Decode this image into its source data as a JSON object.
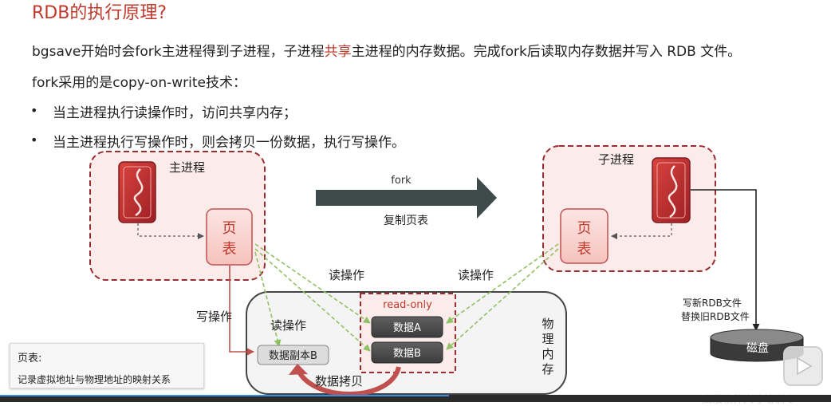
{
  "header": {
    "title": "RDB的执行原理?"
  },
  "intro": {
    "line1_prefix": "bgsave开始时会fork主进程得到子进程，子进程",
    "line1_highlight": "共享",
    "line1_suffix": "主进程的内存数据。完成fork后读取内存数据并写入 RDB 文件。",
    "line2": "fork采用的是copy-on-write技术："
  },
  "bullets": [
    "当主进程执行读操作时，访问共享内存；",
    "当主进程执行写操作时，则会拷贝一份数据，执行写操作。"
  ],
  "diagram": {
    "main_process_label": "主进程",
    "child_process_label": "子进程",
    "page_table_char1": "页",
    "page_table_char2": "表",
    "fork_label": "fork",
    "copy_page_table_label": "复制页表",
    "read_op_label": "读操作",
    "write_op_label": "写操作",
    "read_only_label": "read-only",
    "data_a_label": "数据A",
    "data_b_label": "数据B",
    "data_copy_b_label": "数据副本B",
    "data_copy_label": "数据拷贝",
    "physical_memory_chars": [
      "物",
      "理",
      "内",
      "存"
    ],
    "write_rdb_line1": "写新RDB文件",
    "write_rdb_line2": "替换旧RDB文件",
    "disk_label": "磁盘"
  },
  "legend": {
    "title": "页表:",
    "description": "记录虚拟地址与物理地址的映射关系"
  },
  "watermark": "高级软件人才培训专",
  "video": {
    "progress_percent": 54
  },
  "colors": {
    "accent_red": "#c0392b",
    "process_red": "#b8282e",
    "dashed_border": "#9b2d30",
    "read_line_green": "#8fc264",
    "write_line_red": "#c0504d",
    "arrow_dark": "#3d4b4a",
    "disk_dark": "#3a3a3a"
  }
}
